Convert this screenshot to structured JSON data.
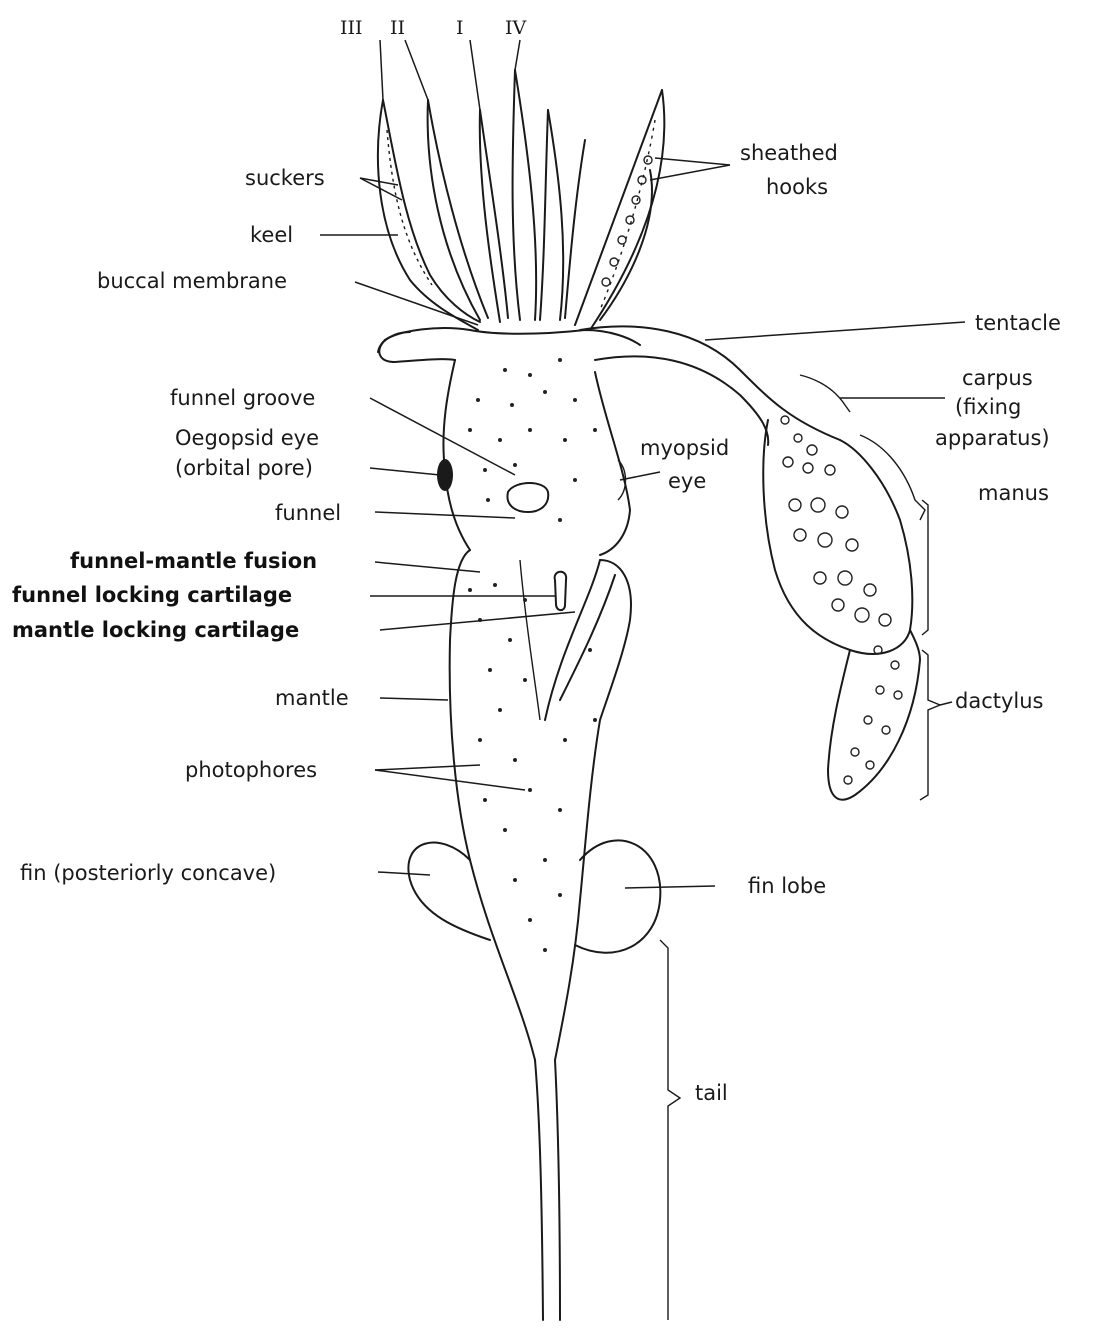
{
  "arm_labels": {
    "iii": "III",
    "ii": "II",
    "i": "I",
    "iv": "IV"
  },
  "labels": {
    "suckers": "suckers",
    "keel": "keel",
    "buccal_membrane": "buccal membrane",
    "sheathed_hooks_line1": "sheathed",
    "sheathed_hooks_line2": "hooks",
    "tentacle": "tentacle",
    "carpus_line1": "carpus",
    "carpus_line2": "(fixing",
    "carpus_line3": "apparatus)",
    "funnel_groove": "funnel groove",
    "oegopsid_eye_line1": "Oegopsid eye",
    "oegopsid_eye_line2": "(orbital pore)",
    "myopsid_eye_line1": "myopsid",
    "myopsid_eye_line2": "eye",
    "manus": "manus",
    "funnel": "funnel",
    "funnel_mantle_fusion": "funnel-mantle fusion",
    "funnel_locking_cartilage": "funnel locking cartilage",
    "mantle_locking_cartilage": "mantle locking cartilage",
    "mantle": "mantle",
    "dactylus": "dactylus",
    "photophores": "photophores",
    "fin": "fin (posteriorly concave)",
    "fin_lobe": "fin lobe",
    "tail": "tail"
  },
  "colors": {
    "ink": "#1a1a1a",
    "paper": "#ffffff"
  }
}
